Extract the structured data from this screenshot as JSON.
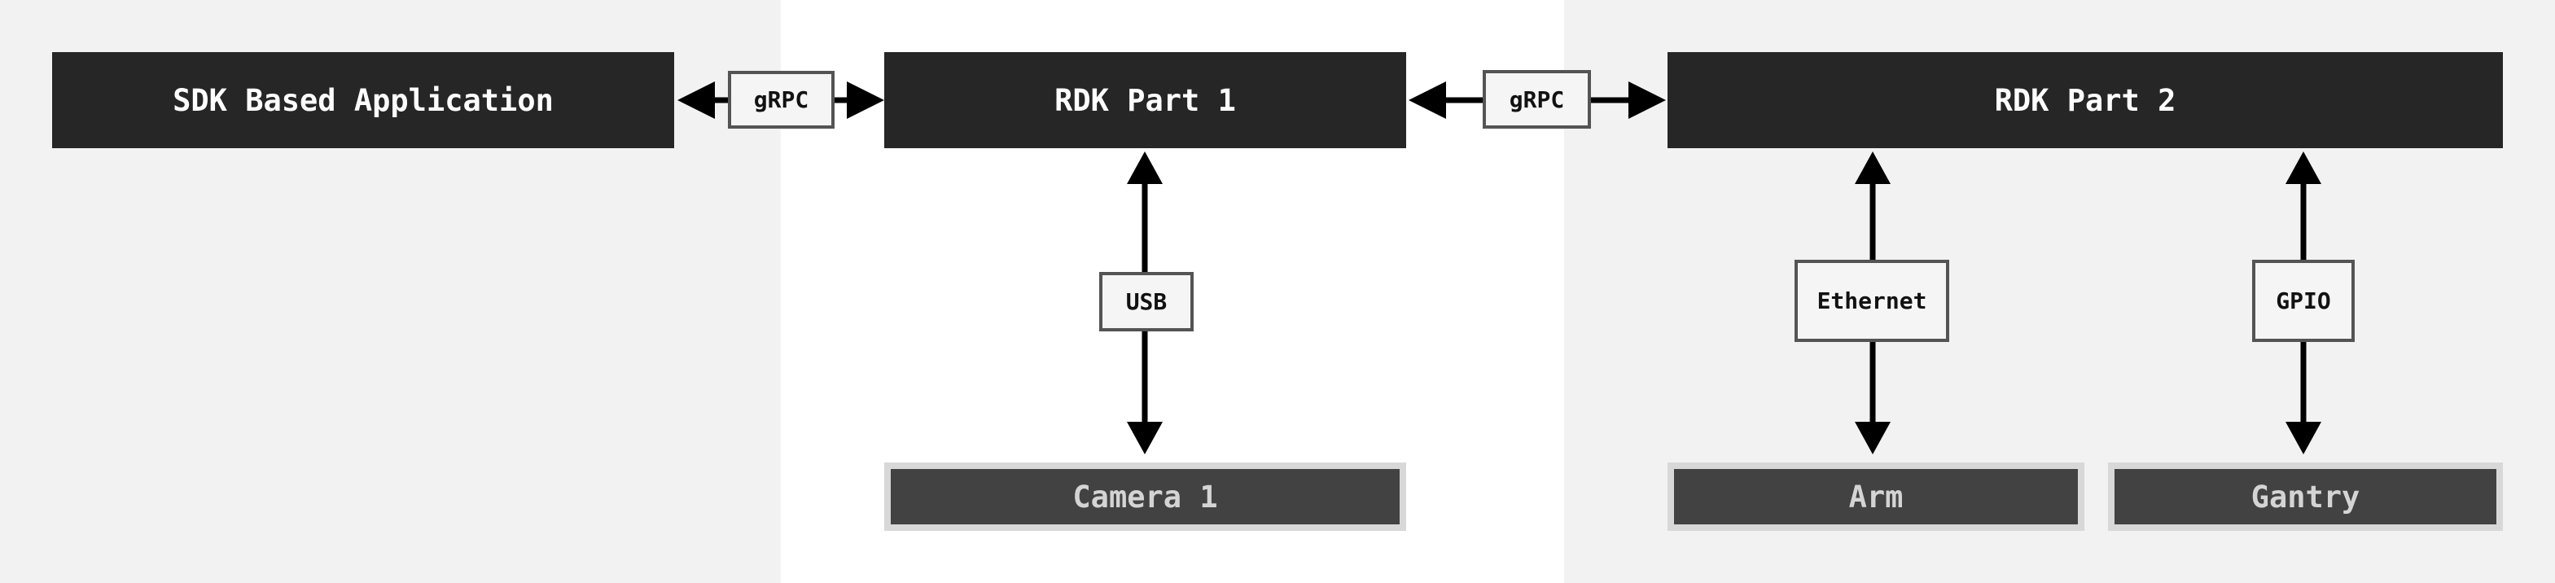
{
  "diagram": {
    "nodes": {
      "sdk_app": {
        "label": "SDK Based Application"
      },
      "rdk_part1": {
        "label": "RDK Part 1"
      },
      "rdk_part2": {
        "label": "RDK Part 2"
      },
      "camera1": {
        "label": "Camera 1"
      },
      "arm": {
        "label": "Arm"
      },
      "gantry": {
        "label": "Gantry"
      }
    },
    "edge_labels": {
      "grpc_left": "gRPC",
      "grpc_right": "gRPC",
      "usb": "USB",
      "ethernet": "Ethernet",
      "gpio": "GPIO"
    },
    "edges": [
      {
        "from": "sdk_app",
        "to": "rdk_part1",
        "label": "gRPC",
        "direction": "bidirectional"
      },
      {
        "from": "rdk_part1",
        "to": "rdk_part2",
        "label": "gRPC",
        "direction": "bidirectional"
      },
      {
        "from": "rdk_part1",
        "to": "camera1",
        "label": "USB",
        "direction": "bidirectional"
      },
      {
        "from": "rdk_part2",
        "to": "arm",
        "label": "Ethernet",
        "direction": "bidirectional"
      },
      {
        "from": "rdk_part2",
        "to": "gantry",
        "label": "GPIO",
        "direction": "bidirectional"
      }
    ],
    "colors": {
      "background_gray": "#f2f2f2",
      "background_white_band": "#ffffff",
      "primary_node_fill": "#262626",
      "primary_node_text": "#ffffff",
      "device_node_frame": "#d8d8d8",
      "device_node_fill": "#424242",
      "device_node_text": "#d4d4d4",
      "edge_label_fill": "#f5f5f5",
      "edge_label_border": "#545454",
      "edge_label_text": "#121212",
      "arrow": "#000000"
    }
  }
}
